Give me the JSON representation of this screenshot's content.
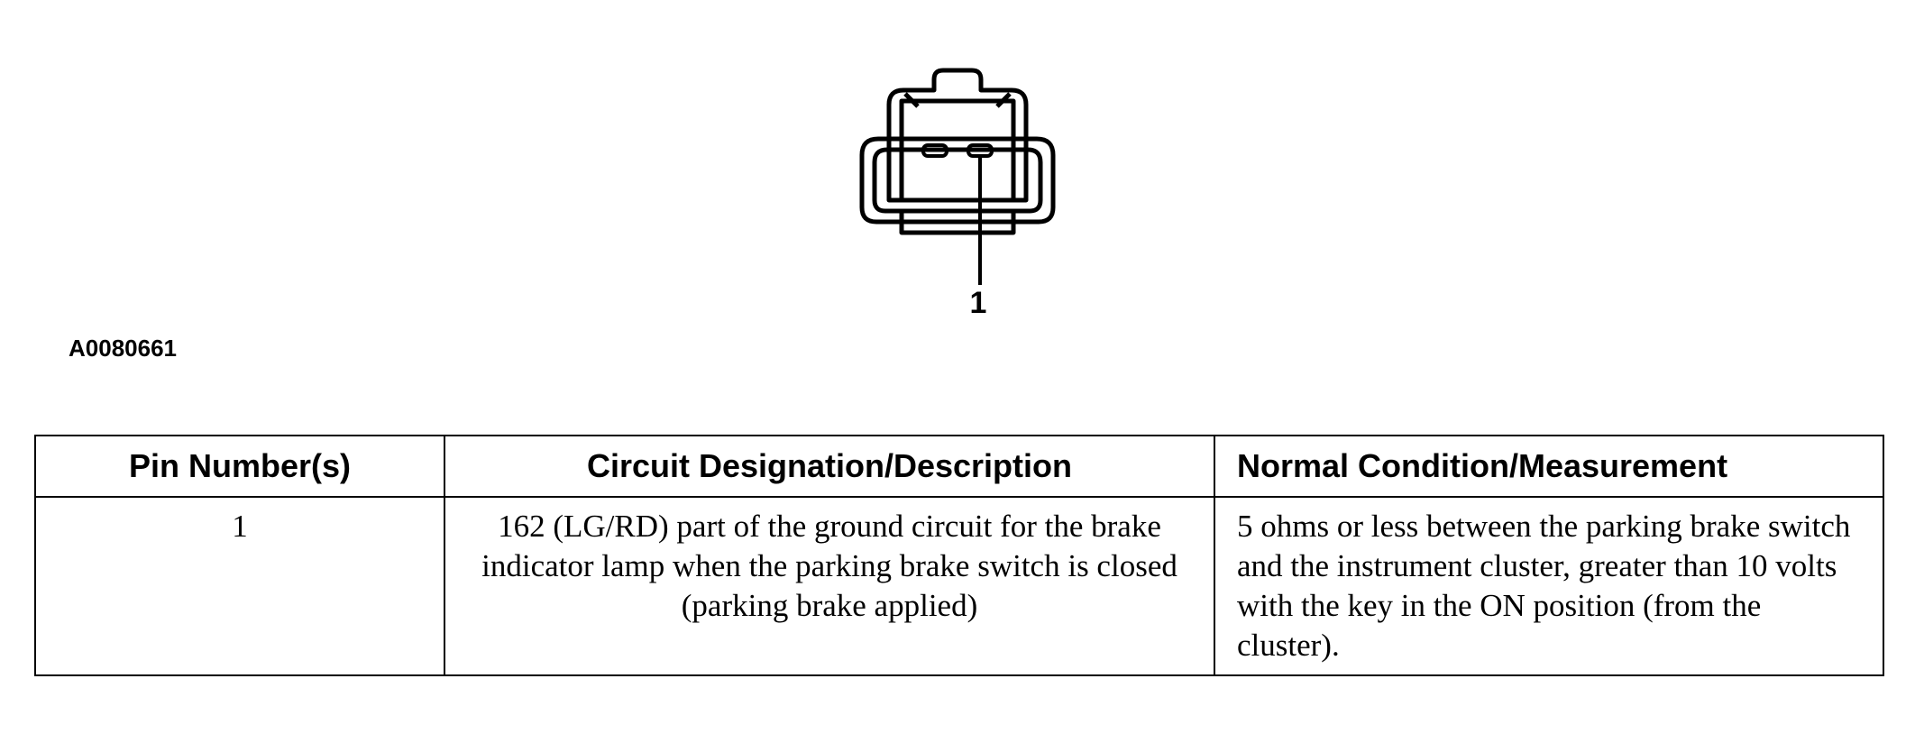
{
  "diagram": {
    "pin_callout": "1",
    "figure_id": "A0080661"
  },
  "table": {
    "headers": [
      "Pin Number(s)",
      "Circuit Designation/Description",
      "Normal Condition/Measurement"
    ],
    "rows": [
      {
        "pin": "1",
        "description": "162 (LG/RD) part of the ground circuit for the brake indicator lamp when the parking brake switch is closed (parking brake applied)",
        "normal": "5 ohms or less between the parking brake switch and the instrument cluster, greater than 10 volts with the key in the ON position (from the cluster)."
      }
    ]
  }
}
